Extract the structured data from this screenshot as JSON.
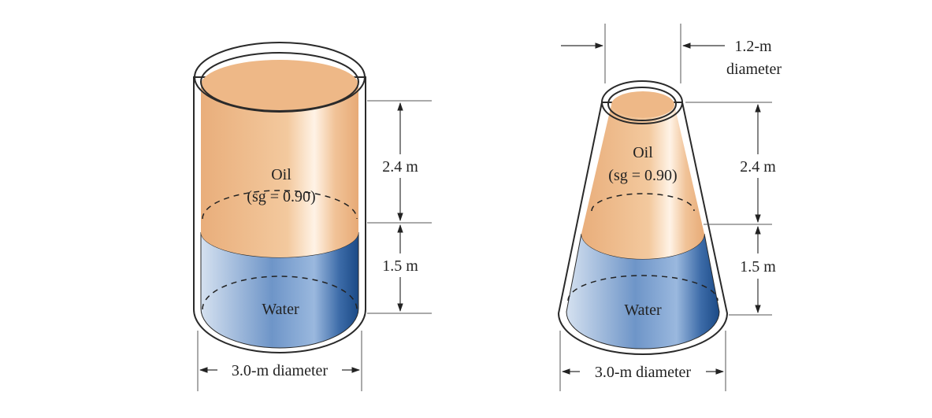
{
  "left_tank": {
    "oil_label": "Oil",
    "oil_sg": "(sg = 0.90)",
    "water_label": "Water",
    "oil_depth": "2.4 m",
    "water_depth": "1.5 m",
    "bottom_diameter": "3.0-m diameter"
  },
  "right_tank": {
    "oil_label": "Oil",
    "oil_sg": "(sg = 0.90)",
    "water_label": "Water",
    "oil_depth": "2.4 m",
    "water_depth": "1.5 m",
    "bottom_diameter": "3.0-m diameter",
    "top_diameter_value": "1.2-m",
    "top_diameter_word": "diameter"
  },
  "colors": {
    "oil": "#EDB786",
    "water": "#5B86BD",
    "water_dark": "#1F4E8C",
    "outline": "#2A2A2A"
  }
}
